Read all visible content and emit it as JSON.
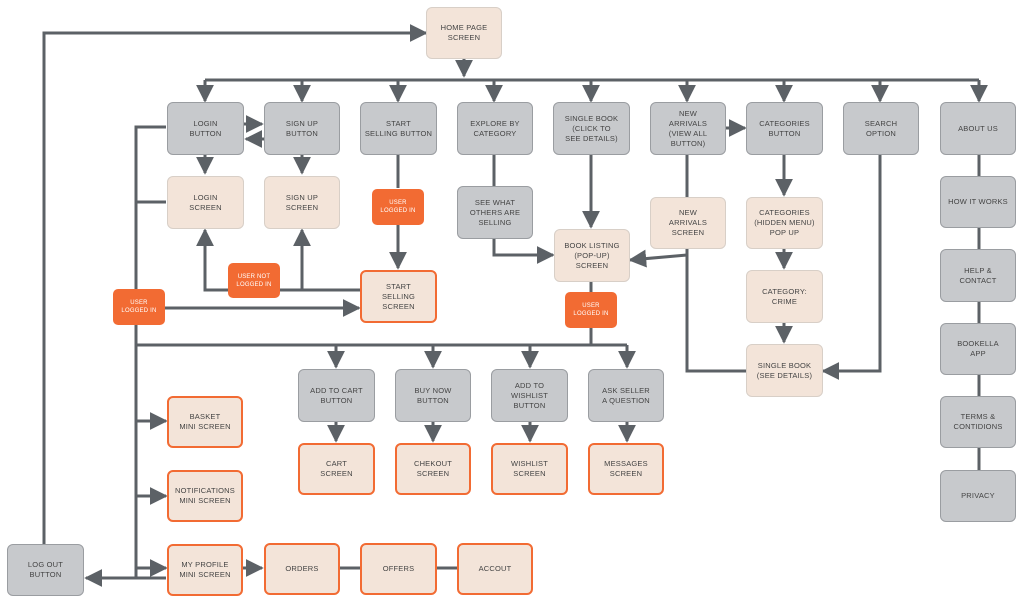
{
  "colors": {
    "line": "#5c6166",
    "accent": "#f26b33",
    "gray_box": "#c7c9cc",
    "peach_box": "#f3e4d9"
  },
  "nodes": {
    "home": "HOME PAGE\nSCREEN",
    "login_btn": "LOGIN\nBUTTON",
    "signup_btn": "SIGN UP\nBUTTON",
    "start_selling_btn": "START\nSELLING BUTTON",
    "explore_cat": "EXPLORE BY\nCATEGORY",
    "single_book_click": "SINGLE BOOK\n(CLICK TO\nSEE DETAILS)",
    "new_arrivals_btn": "NEW\nARRIVALS\n(VIEW ALL BUTTON)",
    "categories_btn": "CATEGORIES\nBUTTON",
    "search": "SEARCH\nOPTION",
    "about": "ABOUT US",
    "login_screen": "LOGIN\nSCREEN",
    "signup_screen": "SIGN UP\nSCREEN",
    "user_logged_in_1": "USER\nLOGGED IN",
    "see_what_others": "SEE WHAT\nOTHERS ARE SELLING",
    "new_arrivals_screen": "NEW\nARRIVALS\nSCREEN",
    "categories_hidden": "CATEGORIES\n(HIDDEN MENU)\nPOP UP",
    "how_it_works": "HOW IT WORKS",
    "book_listing": "BOOK LISTING\n(POP-UP)\nSCREEN",
    "help_contact": "HELP &\nCONTACT",
    "user_not_logged": "USER NOT\nLOGGED IN",
    "start_selling_screen": "START\nSELLING\nSCREEN",
    "category_crime": "CATEGORY:\nCRIME",
    "user_logged_in_2": "USER\nLOGGED IN",
    "user_logged_in_3": "USER\nLOGGED IN",
    "bookella_app": "BOOKELLA\nAPP",
    "single_book_details": "SINGLE BOOK\n(SEE DETAILS)",
    "add_to_cart": "ADD TO CART\nBUTTON",
    "buy_now": "BUY NOW\nBUTTON",
    "add_wishlist": "ADD TO\nWISHLIST\nBUTTON",
    "ask_seller": "ASK SELLER\nA QUESTION",
    "basket": "BASKET\nMINI SCREEN",
    "terms": "TERMS &\nCONTIDIONS",
    "cart_screen": "CART\nSCREEN",
    "checkout": "CHEKOUT\nSCREEN",
    "wishlist_screen": "WISHLIST\nSCREEN",
    "messages": "MESSAGES\nSCREEN",
    "notifications": "NOTIFICATIONS\nMINI SCREEN",
    "privacy": "PRIVACY",
    "logout": "LOG OUT\nBUTTON",
    "my_profile": "MY PROFILE\nMINI SCREEN",
    "orders": "ORDERS",
    "offers": "OFFERS",
    "accout": "ACCOUT"
  }
}
